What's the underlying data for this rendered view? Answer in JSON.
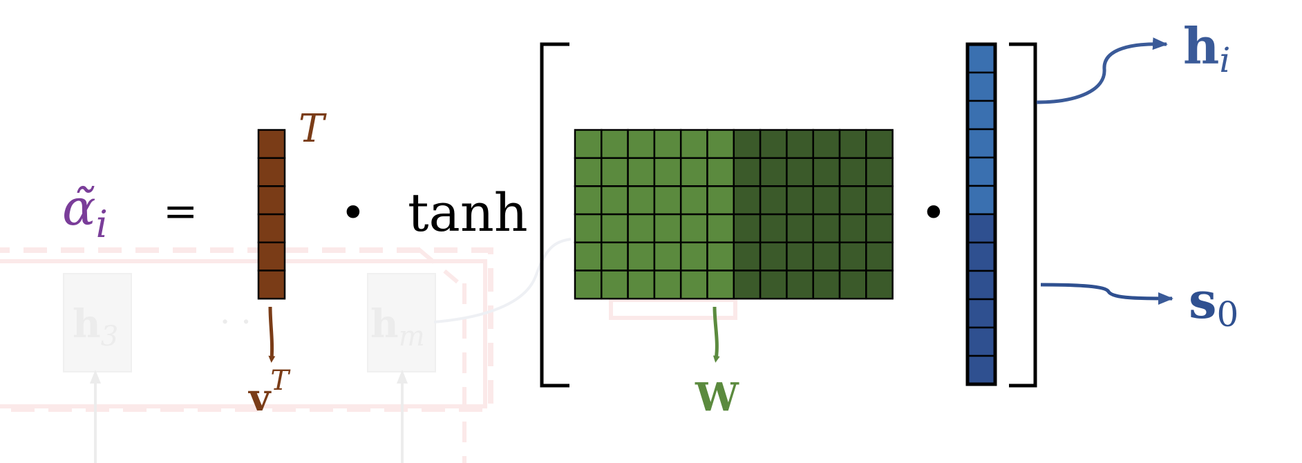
{
  "equation": {
    "lhs_symbol": "α̃",
    "lhs_subscript": "i",
    "equals": "=",
    "v_superscript": "T",
    "dot": "•",
    "tanh": "tanh"
  },
  "labels": {
    "v_main": "v",
    "v_sup": "T",
    "W": "W",
    "h_main": "h",
    "h_sub": "i",
    "s_main": "s",
    "s_sub": "0"
  },
  "background": {
    "h3_main": "h",
    "h3_sub": "3",
    "dots": "· ·",
    "hm_main": "h",
    "hm_sub": "m"
  },
  "colors": {
    "lhs": "#7a3d99",
    "v": "#7a3c17",
    "W_light": "#5b8a3e",
    "W_dark": "#3b5a2a",
    "W_label": "#5b8a3e",
    "h": "#3a70b0",
    "s": "#2f5090",
    "text": "#000000",
    "faded_border": "#fbe9e9",
    "faded_box": "#f5f5f5",
    "faded_text": "#ececec"
  },
  "matrix_W": {
    "rows": 6,
    "cols": 12,
    "light_cols": 6
  },
  "vector_v": {
    "cells": 6
  },
  "vector_concat": {
    "h_cells": 6,
    "s_cells": 6
  }
}
